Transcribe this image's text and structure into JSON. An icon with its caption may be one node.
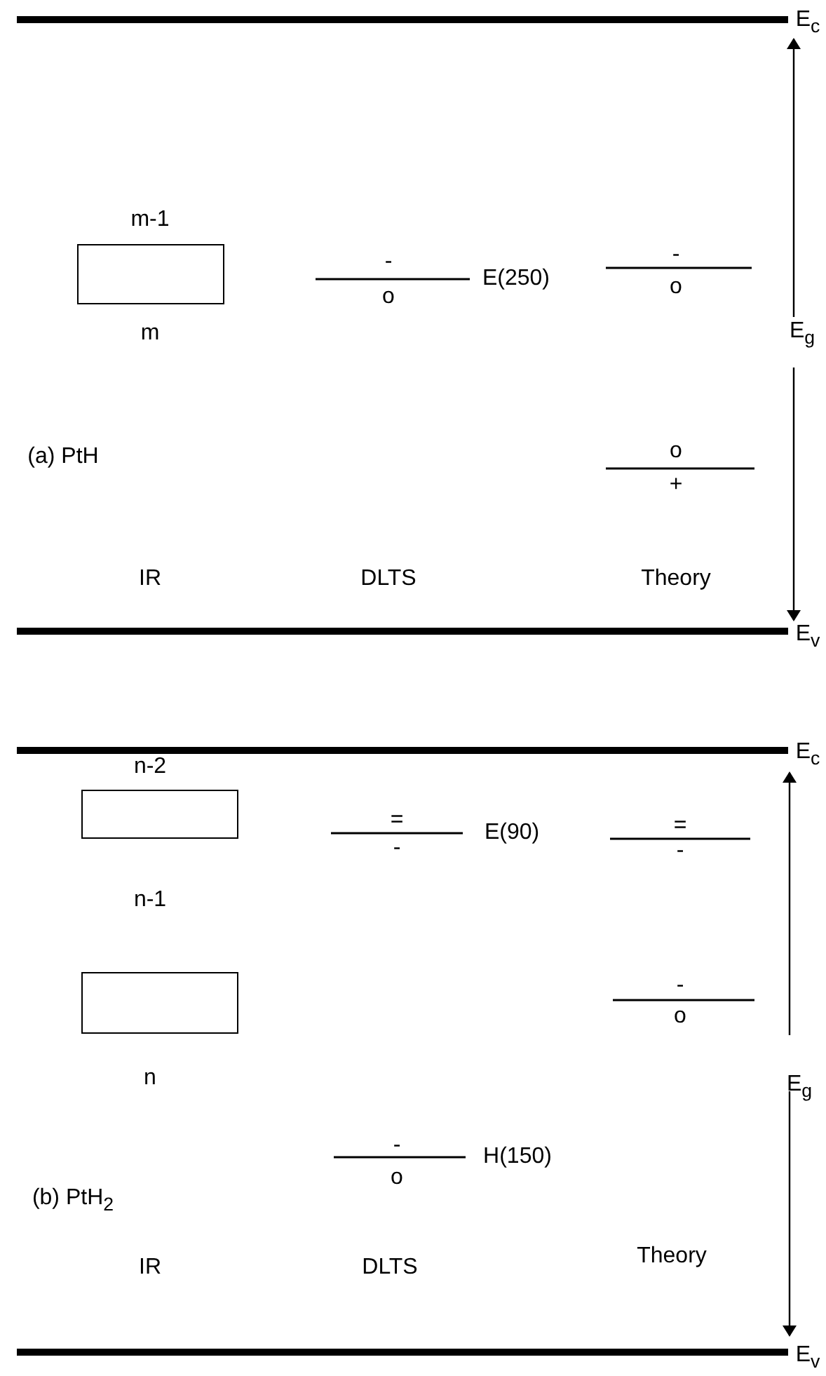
{
  "diagram": {
    "nodes": [
      {
        "text": [],
        "shape": "box",
        "beside": [
          "m-1",
          "m"
        ]
      },
      {
        "text": [],
        "shape": "box",
        "beside": [
          "n-2"
        ]
      },
      {
        "text": [],
        "shape": "box",
        "beside": [
          "n"
        ]
      }
    ],
    "labels": [
      "E$_{c}$",
      "-",
      "E(250)",
      "-",
      "o",
      "o",
      "E$_{g}$",
      "(a) PtH",
      "o",
      "+",
      "IR",
      "DLTS",
      "Theory",
      "E$_{v}$",
      "E$_{c}$",
      "=",
      "E(90)",
      "=",
      "-",
      "-",
      "n-1",
      "-",
      "o",
      "E$_{g}$",
      "-",
      "H(150)",
      "o",
      "(b) PtH$_{2}$",
      "IR",
      "DLTS",
      "Theory",
      "E$_{v}$"
    ]
  }
}
